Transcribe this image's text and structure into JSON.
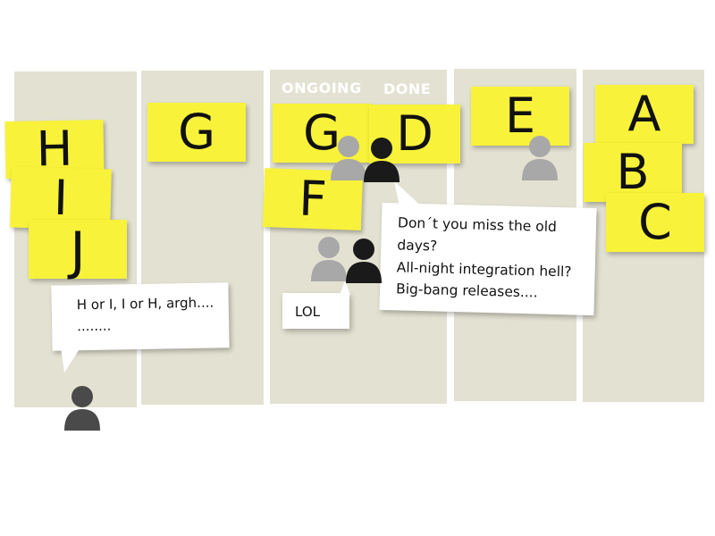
{
  "board": {
    "column_headers": {
      "ongoing": "ONGOING",
      "done": "DONE"
    }
  },
  "stickies": {
    "h": "H",
    "i": "I",
    "j": "J",
    "g_backlog": "G",
    "g_ongoing": "G",
    "d": "D",
    "f": "F",
    "e": "E",
    "a": "A",
    "b": "B",
    "c": "C"
  },
  "bubbles": {
    "left": [
      "H or I, I or H, argh....",
      "........"
    ],
    "lol": "LOL",
    "old_days": [
      "Don´t you miss the old",
      "days?",
      "All-night integration hell?",
      "Big-bang releases...."
    ]
  },
  "colors": {
    "column_bg": "#e3e2d2",
    "sticky_yellow": "#f8f23a",
    "person_dark": "#4a4a4a",
    "person_grey": "#a8a8a8",
    "person_black": "#1a1a1a"
  }
}
